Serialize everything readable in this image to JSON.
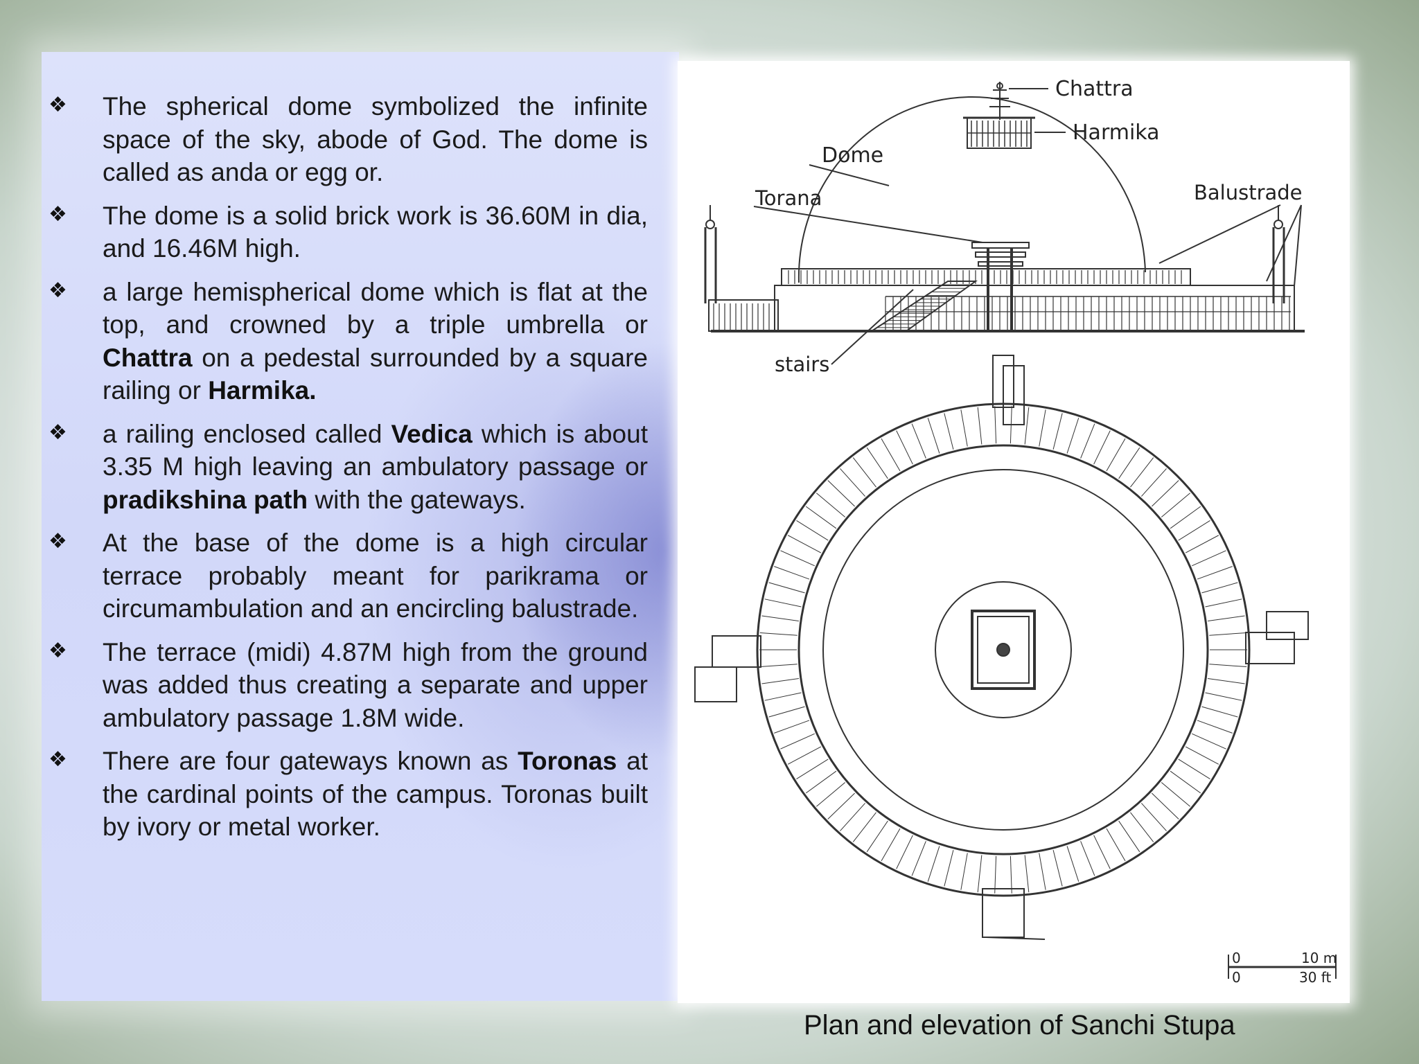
{
  "bullets": [
    {
      "parts": [
        {
          "text": "The spherical dome symbolized the infinite space of the sky, abode of God. The dome is called as anda or egg or."
        }
      ]
    },
    {
      "parts": [
        {
          "text": " The dome is a solid brick work is 36.60M in dia, and 16.46M high."
        }
      ]
    },
    {
      "parts": [
        {
          "text": " a large hemispherical dome which is flat at the top, and crowned by a triple umbrella or "
        },
        {
          "text": "Chattra",
          "bold": true
        },
        {
          "text": " on a pedestal surrounded by a square railing or "
        },
        {
          "text": "Harmika.",
          "bold": true
        }
      ]
    },
    {
      "parts": [
        {
          "text": " a railing enclosed called "
        },
        {
          "text": "Vedica",
          "bold": true
        },
        {
          "text": " which is about 3.35 M high leaving an ambulatory passage or "
        },
        {
          "text": "pradikshina path",
          "bold": true
        },
        {
          "text": " with the gateways."
        }
      ]
    },
    {
      "parts": [
        {
          "text": " At the base of the dome is a high circular terrace probably meant for parikrama or circumambulation and an encircling balustrade."
        }
      ]
    },
    {
      "parts": [
        {
          "text": "The terrace (midi) 4.87M high from the ground was added thus creating a separate and upper ambulatory passage 1.8M wide."
        }
      ]
    },
    {
      "parts": [
        {
          "text": "There are four gateways known as "
        },
        {
          "text": "Toronas",
          "bold": true
        },
        {
          "text": " at the cardinal points of the campus. Toronas built by ivory or metal worker."
        }
      ]
    }
  ],
  "bullet_glyph": "❖",
  "figure": {
    "labels": {
      "chattra": "Chattra",
      "harmika": "Harmika",
      "dome": "Dome",
      "torana": "Torana",
      "balustrade": "Balustrade",
      "stairs": "stairs"
    },
    "scale": {
      "m_zero": "0",
      "m_max": "10 m",
      "ft_zero": "0",
      "ft_max": "30 ft"
    }
  },
  "caption": "Plan and elevation of Sanchi Stupa",
  "colors": {
    "panel": "#d2d8f9",
    "text": "#1a1a1a",
    "line": "#333333"
  }
}
